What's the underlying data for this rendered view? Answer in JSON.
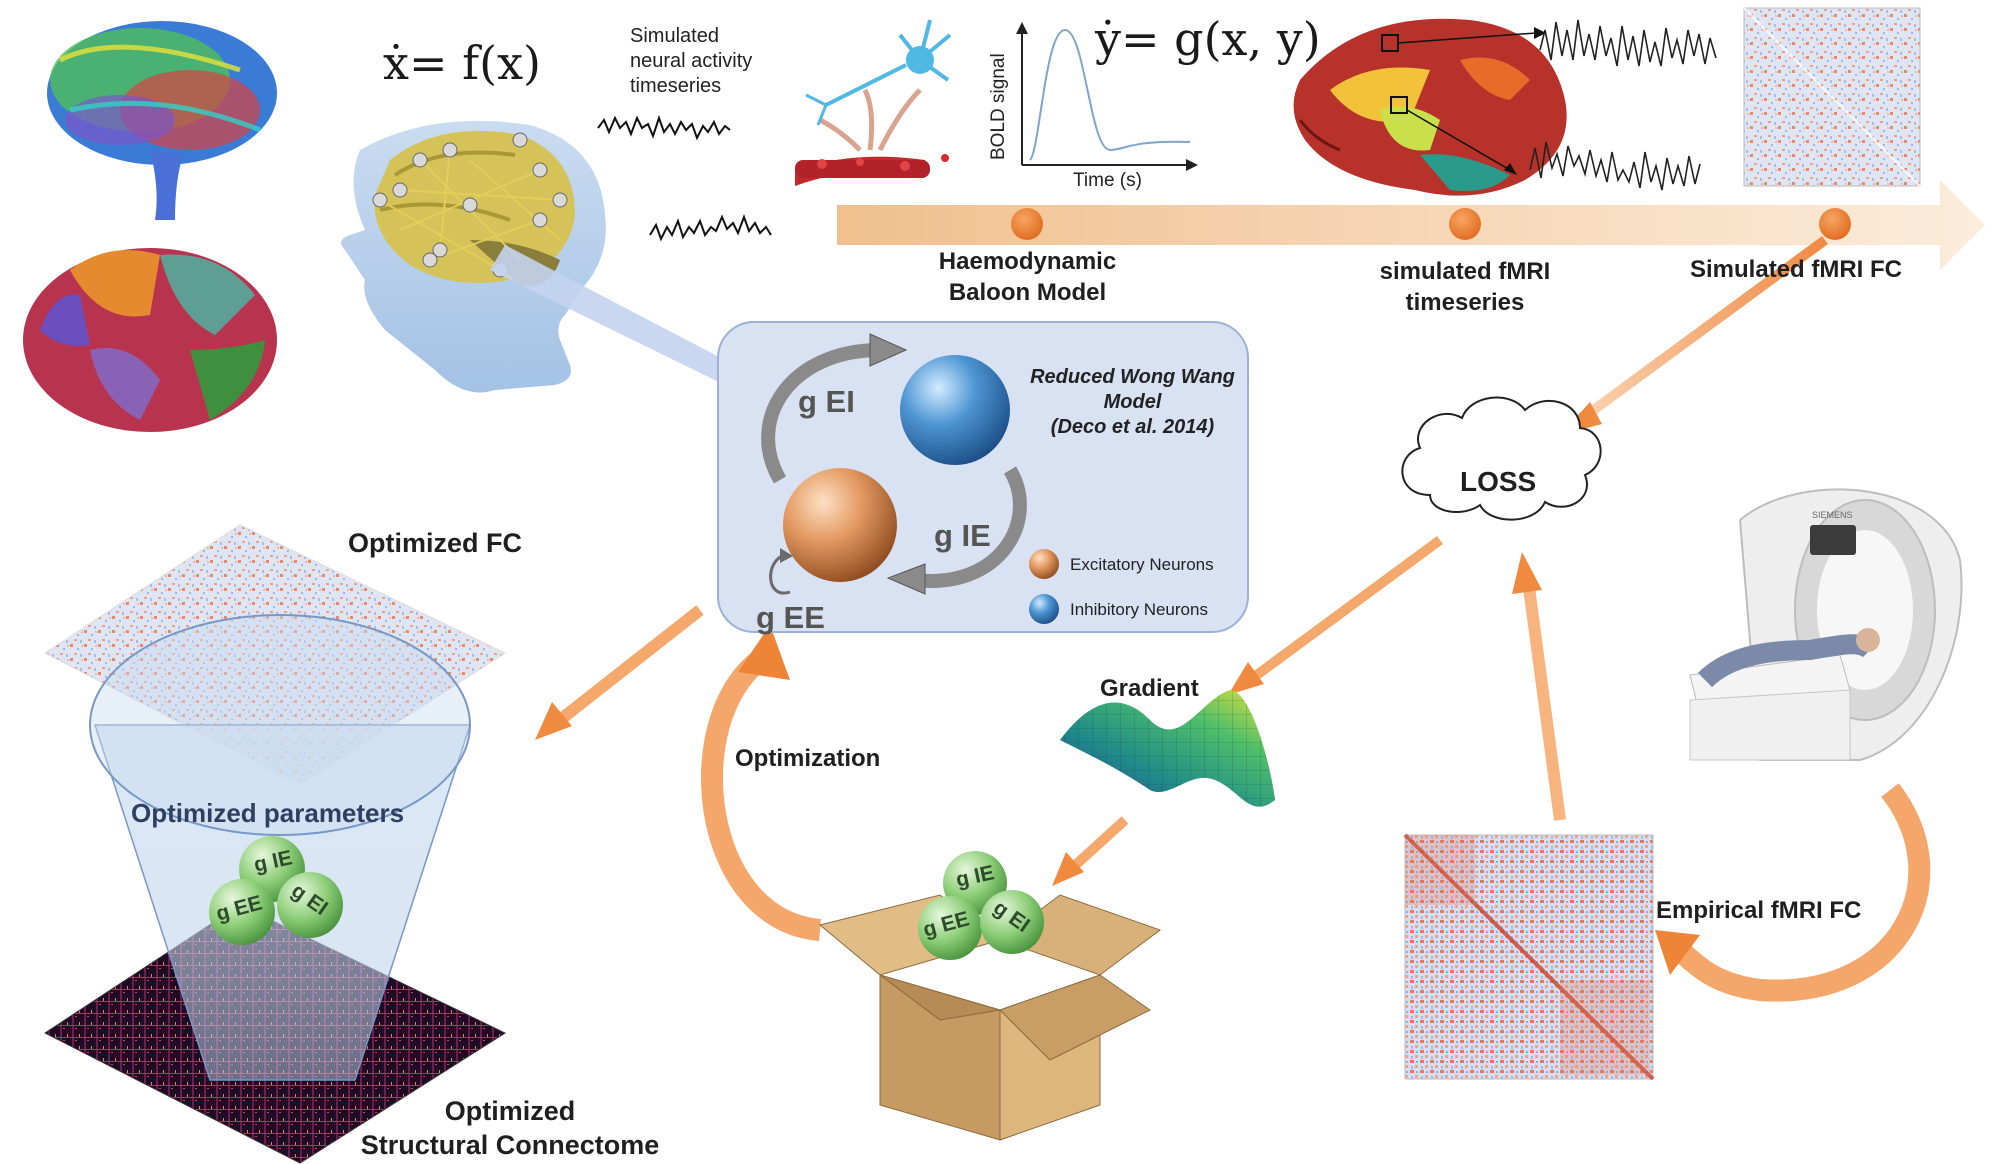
{
  "equations": {
    "x_dot": "ẋ= f(x)",
    "y_dot": "ẏ= g(x, y)"
  },
  "simulated_label": "Simulated\nneural activity\ntimeseries",
  "bold_plot": {
    "ylabel": "BOLD signal",
    "xlabel": "Time (s)"
  },
  "timeline": {
    "haemodynamic": "Haemodynamic\nBaloon Model",
    "simulated_timeseries": "simulated fMRI\ntimeseries",
    "simulated_fc": "Simulated fMRI FC"
  },
  "model_panel": {
    "title": "Reduced Wong Wang\nModel\n(Deco et al. 2014)",
    "g_ei": "g EI",
    "g_ie": "g IE",
    "g_ee": "g EE",
    "legend_excitatory": "Excitatory Neurons",
    "legend_inhibitory": "Inhibitory Neurons"
  },
  "loss": "LOSS",
  "gradient": "Gradient",
  "optimization": "Optimization",
  "empirical_fc": "Empirical fMRI FC",
  "optimized_fc": "Optimized FC",
  "optimized_parameters": "Optimized parameters",
  "optimized_connectome": "Optimized\nStructural Connectome",
  "param_balls": {
    "ie": "g IE",
    "ee": "g EE",
    "ei": "g EI"
  },
  "scanner_brand": "SIEMENS",
  "colors": {
    "arrow_orange": "#f08a3e",
    "timeline_start": "#f2c89b",
    "timeline_end": "#fbe9d6",
    "dot_orange": "#e9762b",
    "panel_fill": "#d9e2f3",
    "panel_stroke": "#9db1d8",
    "excitatory": "#e0935c",
    "inhibitory": "#3f86c8",
    "param_green": "#7cc36a"
  }
}
